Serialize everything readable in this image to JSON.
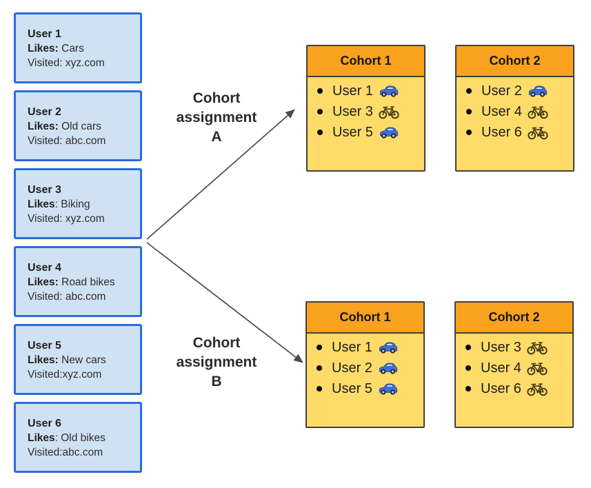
{
  "user_cards": [
    {
      "title": "User 1",
      "likes_bold": "Likes:",
      "likes_rest": " Cars",
      "visited": "Visited: xyz.com"
    },
    {
      "title": "User 2",
      "likes_bold": "Likes:",
      "likes_rest": " Old cars",
      "visited": "Visited: abc.com"
    },
    {
      "title": "User 3",
      "likes_bold": "Likes",
      "likes_rest": ": Biking",
      "visited": "Visited: xyz.com"
    },
    {
      "title": "User 4",
      "likes_bold": "Likes:",
      "likes_rest": " Road bikes",
      "visited": "Visited: abc.com"
    },
    {
      "title": "User 5",
      "likes_bold": "Likes:",
      "likes_rest": " New cars",
      "visited": "Visited:xyz.com"
    },
    {
      "title": "User 6",
      "likes_bold": "Likes",
      "likes_rest": ": Old bikes",
      "visited": "Visited:abc.com"
    }
  ],
  "assignments": [
    {
      "label_lines": [
        "Cohort",
        "assignment",
        "A"
      ],
      "cohorts": [
        {
          "title": "Cohort 1",
          "members": [
            {
              "name": "User 1",
              "icon": "car"
            },
            {
              "name": "User 3",
              "icon": "bike"
            },
            {
              "name": "User 5",
              "icon": "car"
            }
          ]
        },
        {
          "title": "Cohort 2",
          "members": [
            {
              "name": "User 2",
              "icon": "car"
            },
            {
              "name": "User 4",
              "icon": "bike"
            },
            {
              "name": "User 6",
              "icon": "bike"
            }
          ]
        }
      ]
    },
    {
      "label_lines": [
        "Cohort",
        "assignment",
        "B"
      ],
      "cohorts": [
        {
          "title": "Cohort 1",
          "members": [
            {
              "name": "User 1",
              "icon": "car"
            },
            {
              "name": "User 2",
              "icon": "car"
            },
            {
              "name": "User 5",
              "icon": "car"
            }
          ]
        },
        {
          "title": "Cohort 2",
          "members": [
            {
              "name": "User 3",
              "icon": "bike"
            },
            {
              "name": "User 4",
              "icon": "bike"
            },
            {
              "name": "User 6",
              "icon": "bike"
            }
          ]
        }
      ]
    }
  ],
  "colors": {
    "user_card_fill": "#cfe2f3",
    "user_card_border": "#2b6bd9",
    "cohort_header_fill": "#faa21e",
    "cohort_body_fill": "#ffdc69",
    "cohort_border": "#3f3f3f",
    "arrow": "#4a4a4a",
    "car_icon_body": "#3a6fe0",
    "bike_icon_frame": "#3f3711"
  }
}
